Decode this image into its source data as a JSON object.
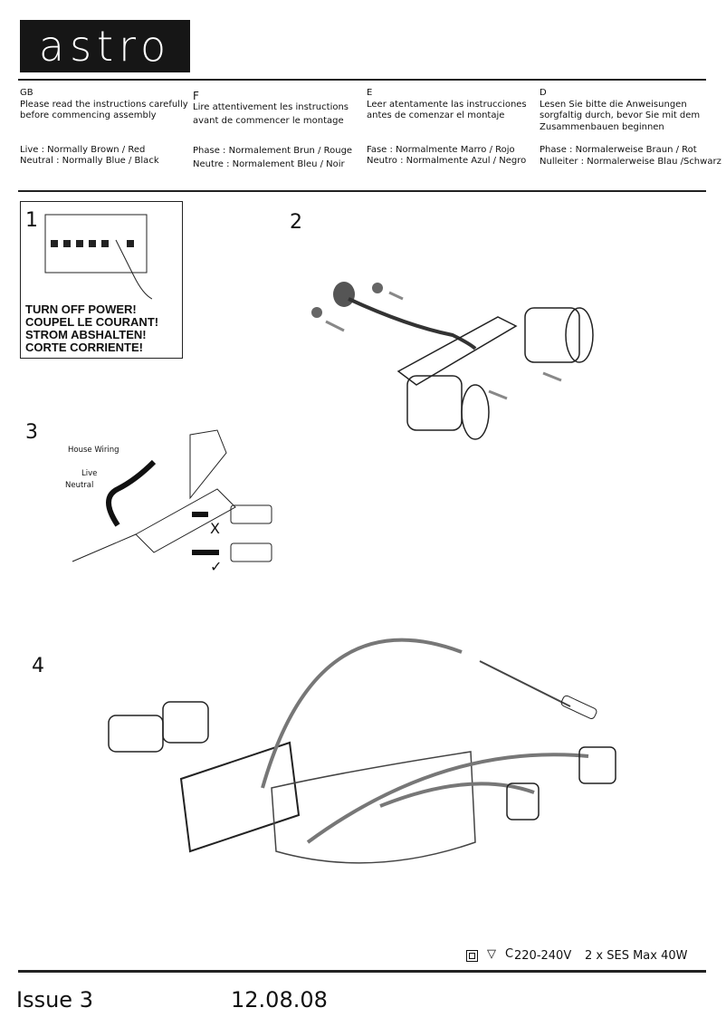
{
  "brand": "astro",
  "languages": [
    {
      "code": "GB",
      "intro": [
        "Please read the instructions carefully",
        "before commencing assembly"
      ],
      "wiring": [
        "Live : Normally Brown / Red",
        "Neutral : Normally Blue / Black"
      ]
    },
    {
      "code": "F",
      "intro": [
        "Lire attentivement les instructions",
        "avant de commencer le montage"
      ],
      "wiring": [
        "Phase : Normalement Brun / Rouge",
        "Neutre : Normalement Bleu / Noir"
      ]
    },
    {
      "code": "E",
      "intro": [
        "Leer atentamente las instrucciones",
        "antes de comenzar el montaje"
      ],
      "wiring": [
        "Fase : Normalmente Marro / Rojo",
        "Neutro : Normalmente Azul / Negro"
      ]
    },
    {
      "code": "D",
      "intro": [
        "Lesen Sie bitte die Anweisungen",
        "sorgfaltig durch, bevor Sie mit dem",
        "Zusammenbauen beginnen"
      ],
      "wiring": [
        "Phase : Normalerweise Braun / Rot",
        "Nulleiter : Normalerweise Blau /Schwarz"
      ]
    }
  ],
  "steps": {
    "s1": "1",
    "s2": "2",
    "s3": "3",
    "s4": "4"
  },
  "warning": [
    "TURN OFF POWER!",
    "COUPEL LE COURANT!",
    "STROM ABSHALTEN!",
    "CORTE CORRIENTE!"
  ],
  "wiring_labels": {
    "house": "House Wiring",
    "live": "Live",
    "neutral": "Neutral",
    "wrong": "X",
    "right": "✓"
  },
  "rating": {
    "voltage": "220-240V",
    "lamps": "2 x SES Max 40W"
  },
  "footer": {
    "issue": "Issue 3",
    "date": "12.08.08"
  }
}
